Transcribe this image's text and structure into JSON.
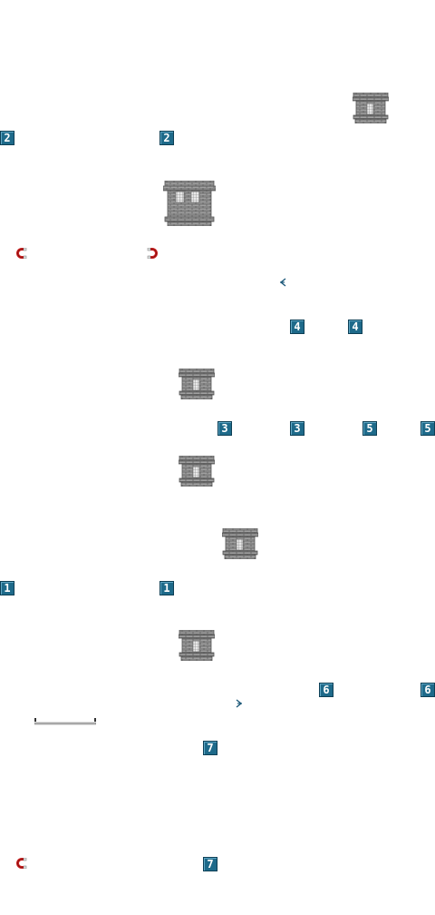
{
  "level_tiles": [
    {
      "label": "2"
    },
    {
      "label": "2"
    },
    {
      "label": "4"
    },
    {
      "label": "4"
    },
    {
      "label": "3"
    },
    {
      "label": "3"
    },
    {
      "label": "5"
    },
    {
      "label": "5"
    },
    {
      "label": "1"
    },
    {
      "label": "1"
    },
    {
      "label": "6"
    },
    {
      "label": "6"
    },
    {
      "label": "7"
    },
    {
      "label": "7"
    }
  ],
  "icons": {
    "tower": "castle-tower-icon",
    "magnet": "magnet-icon",
    "fan": "fan-icon",
    "platform": "platform-icon"
  },
  "colors": {
    "tile": "#1e6a8a",
    "tile_border": "#0d3f55",
    "brick": "#9a9a9a",
    "magnet": "#c81e1e"
  }
}
